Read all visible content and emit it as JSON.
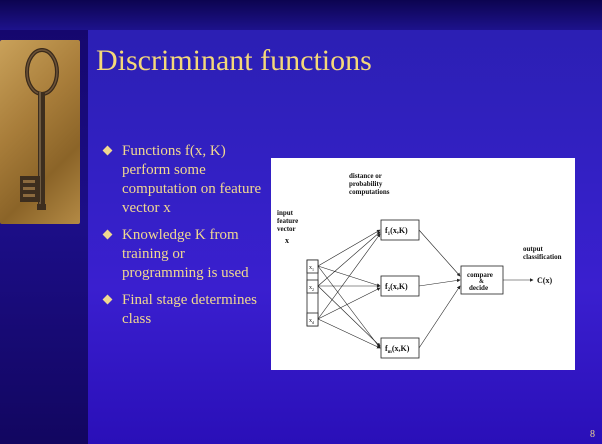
{
  "slide": {
    "title": "Discriminant functions",
    "bullets": [
      "Functions f(x, K) perform some computation on feature vector x",
      "Knowledge K from training or programming is used",
      "Final stage determines class"
    ],
    "page_number": "8"
  },
  "diagram": {
    "input_label": [
      "input",
      "feature",
      "vector",
      "x"
    ],
    "middle_label": [
      "distance or",
      "probability",
      "computations"
    ],
    "output_label": [
      "output",
      "classification"
    ],
    "inputs": [
      "x",
      "x",
      "x"
    ],
    "input_subscripts": [
      "1",
      "2",
      "d"
    ],
    "functions": [
      "f",
      "f",
      "f"
    ],
    "function_subscripts": [
      "1",
      "2",
      "m"
    ],
    "function_args": [
      "(x,K)",
      "(x,K)",
      "(x,K)"
    ],
    "compare_label": [
      "compare",
      "&",
      "decide"
    ],
    "output": "C(x)"
  },
  "colors": {
    "background": "#3320c4",
    "title": "#f4d879",
    "text": "#f0d890"
  },
  "icons": [
    "key-icon",
    "diamond-bullet-icon"
  ]
}
